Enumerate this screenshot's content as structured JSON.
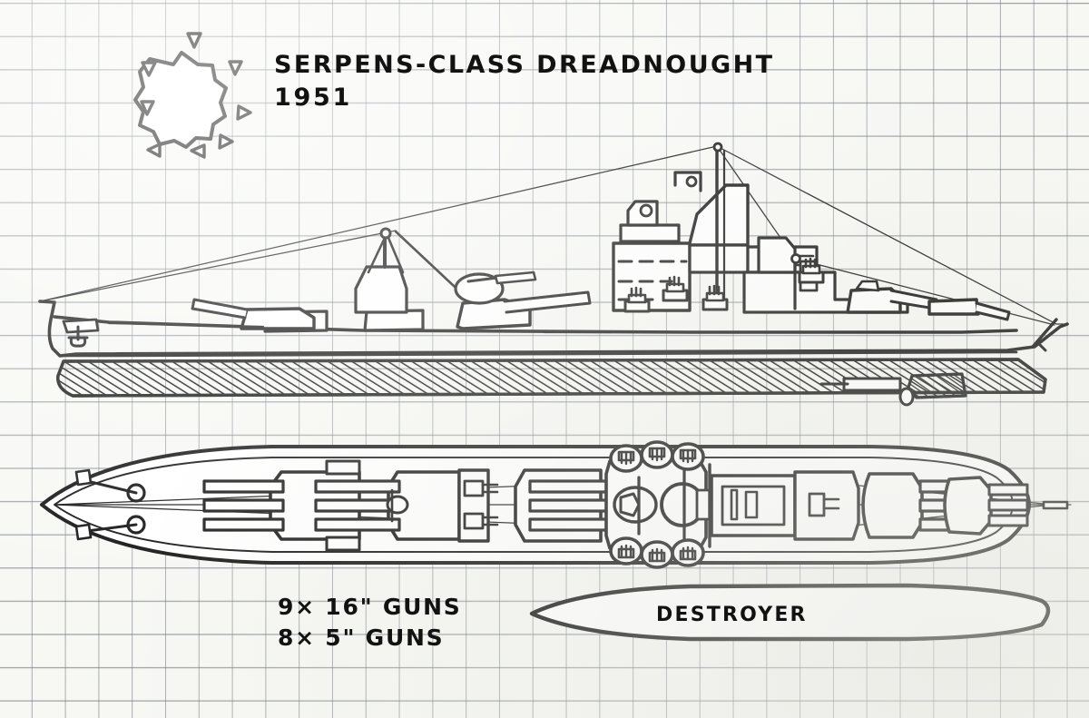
{
  "sheet": {
    "medium": "hand-drawn ink on graph paper",
    "paper_color": "#f7f7f4",
    "grid_color": "#787e86",
    "ink_color": "#121212"
  },
  "title": {
    "name": "SERPENS-CLASS  DREADNOUGHT",
    "year": "1951"
  },
  "emblem": {
    "name": "cog-sunburst-emblem",
    "teeth": 10,
    "rays": 8
  },
  "specs": {
    "main_guns": "9×  16\" GUNS",
    "secondary_guns": "8×  5\" GUNS"
  },
  "comparison": {
    "label": "DESTROYER"
  },
  "views": [
    {
      "name": "profile-view",
      "description": "port-side elevation of the battleship"
    },
    {
      "name": "plan-view",
      "description": "overhead deck plan of the battleship"
    },
    {
      "name": "destroyer-silhouette",
      "description": "scale-comparison destroyer hull outline"
    }
  ]
}
